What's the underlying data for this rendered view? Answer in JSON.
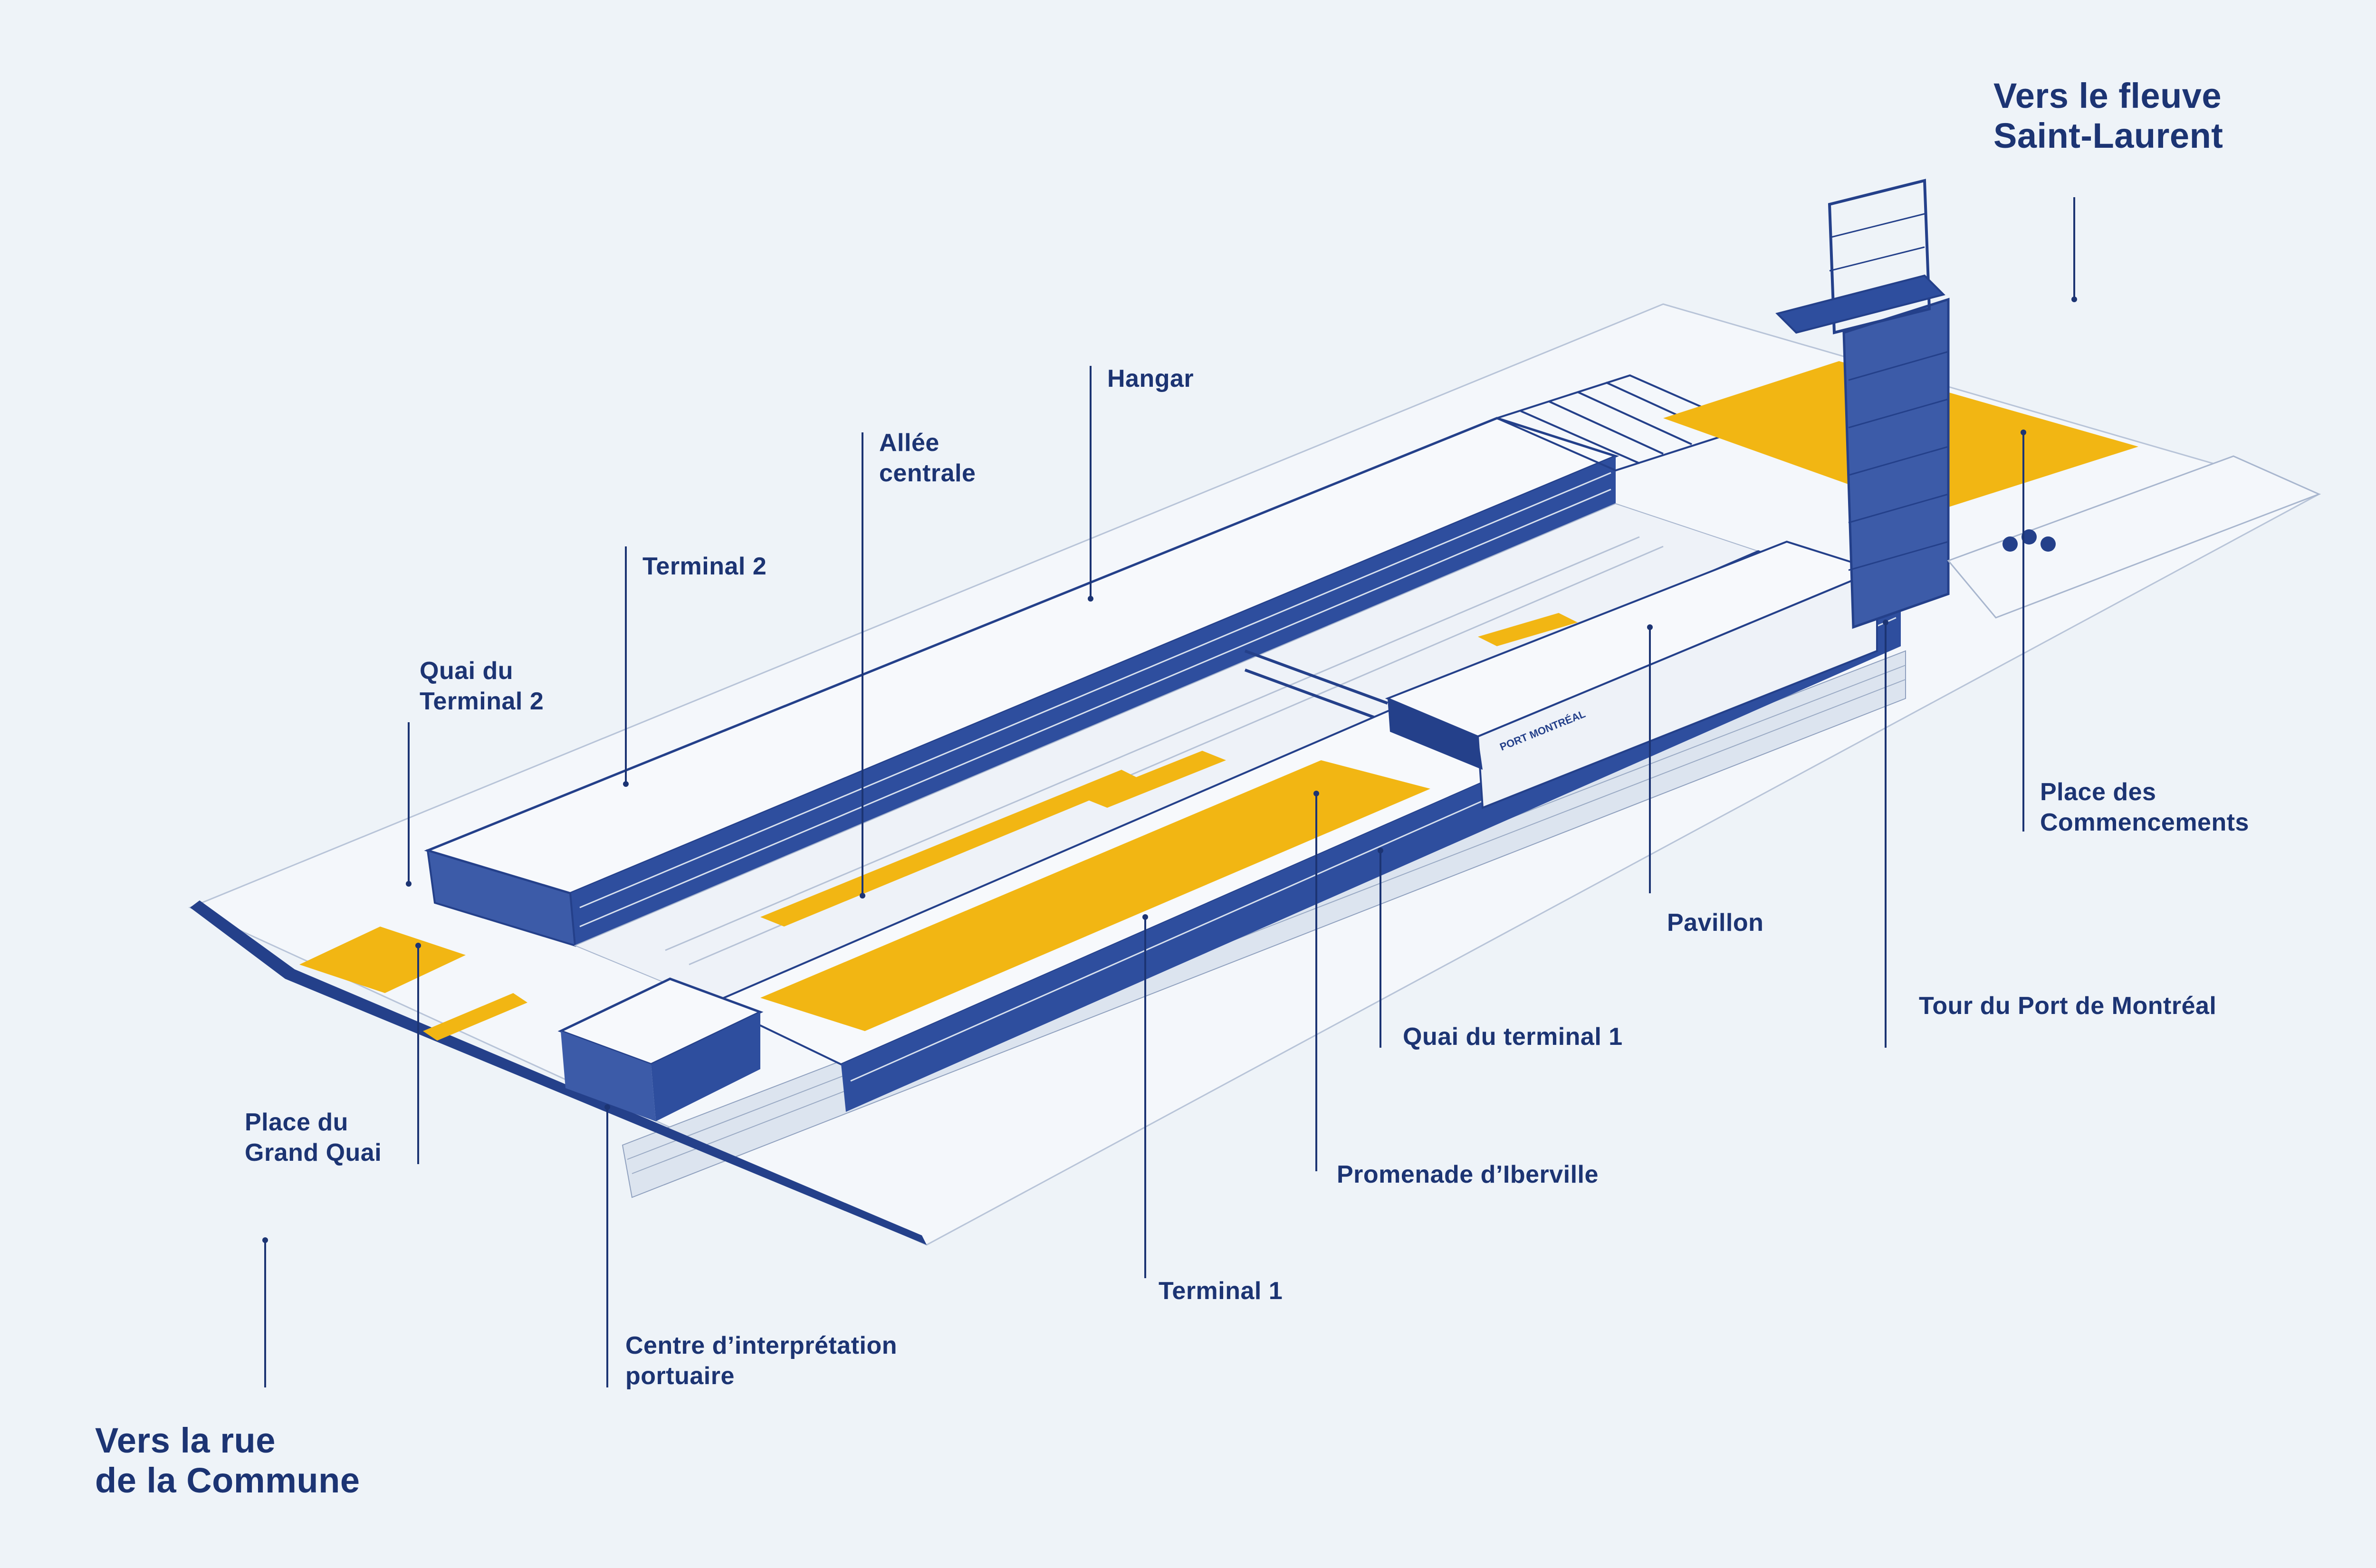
{
  "colors": {
    "background": "#EEF3F8",
    "label": "#1C3473",
    "structure": "#24408A",
    "roof": "#F7F9FC",
    "public_space": "#F2B613"
  },
  "labels": {
    "to_river": "Vers le fleuve\nSaint-Laurent",
    "to_street": "Vers la rue\nde la Commune",
    "hangar": "Hangar",
    "central_alley": "Allée\ncentrale",
    "terminal_2": "Terminal 2",
    "terminal_2_quay": "Quai du\nTerminal 2",
    "place_commencements": "Place des\nCommencements",
    "pavilion": "Pavillon",
    "tower": "Tour du Port de Montréal",
    "terminal_1_quay": "Quai du terminal 1",
    "promenade": "Promenade d’Iberville",
    "terminal_1": "Terminal 1",
    "interpretation_centre": "Centre d’interprétation\nportuaire",
    "place_grand_quai": "Place du\nGrand Quai"
  },
  "building_signage": "PORT MONTRÉAL"
}
